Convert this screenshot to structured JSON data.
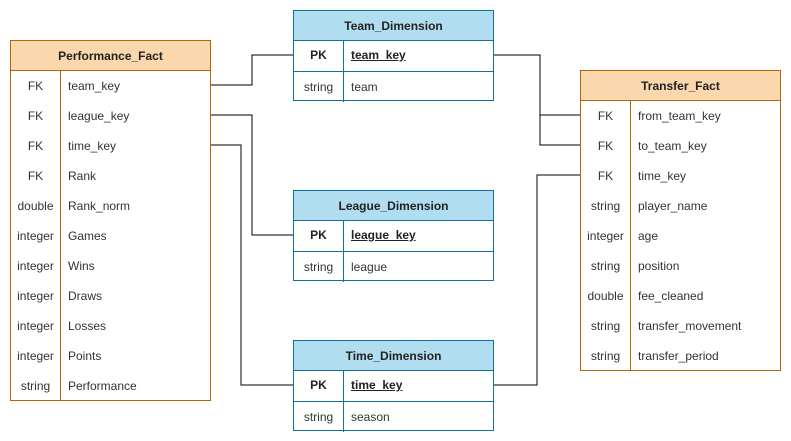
{
  "tables": {
    "performance_fact": {
      "title": "Performance_Fact",
      "rows": [
        {
          "key": "FK",
          "name": "team_key"
        },
        {
          "key": "FK",
          "name": "league_key"
        },
        {
          "key": "FK",
          "name": "time_key"
        },
        {
          "key": "FK",
          "name": "Rank"
        },
        {
          "key": "double",
          "name": "Rank_norm"
        },
        {
          "key": "integer",
          "name": "Games"
        },
        {
          "key": "integer",
          "name": "Wins"
        },
        {
          "key": "integer",
          "name": "Draws"
        },
        {
          "key": "integer",
          "name": "Losses"
        },
        {
          "key": "integer",
          "name": "Points"
        },
        {
          "key": "string",
          "name": "Performance"
        }
      ]
    },
    "team_dimension": {
      "title": "Team_Dimension",
      "rows": [
        {
          "key": "PK",
          "name": "team_key"
        },
        {
          "key": "string",
          "name": "team"
        }
      ]
    },
    "league_dimension": {
      "title": "League_Dimension",
      "rows": [
        {
          "key": "PK",
          "name": "league_key"
        },
        {
          "key": "string",
          "name": "league"
        }
      ]
    },
    "time_dimension": {
      "title": "Time_Dimension",
      "rows": [
        {
          "key": "PK",
          "name": "time_key"
        },
        {
          "key": "string",
          "name": "season"
        }
      ]
    },
    "transfer_fact": {
      "title": "Transfer_Fact",
      "rows": [
        {
          "key": "FK",
          "name": "from_team_key"
        },
        {
          "key": "FK",
          "name": "to_team_key"
        },
        {
          "key": "FK",
          "name": "time_key"
        },
        {
          "key": "string",
          "name": "player_name"
        },
        {
          "key": "integer",
          "name": "age"
        },
        {
          "key": "string",
          "name": "position"
        },
        {
          "key": "double",
          "name": "fee_cleaned"
        },
        {
          "key": "string",
          "name": "transfer_movement"
        },
        {
          "key": "string",
          "name": "transfer_period"
        }
      ]
    }
  },
  "relationships": [
    {
      "from": "Performance_Fact.team_key",
      "to": "Team_Dimension.team_key"
    },
    {
      "from": "Performance_Fact.league_key",
      "to": "League_Dimension.league_key"
    },
    {
      "from": "Performance_Fact.time_key",
      "to": "Time_Dimension.time_key"
    },
    {
      "from": "Transfer_Fact.from_team_key",
      "to": "Team_Dimension.team_key"
    },
    {
      "from": "Transfer_Fact.to_team_key",
      "to": "Team_Dimension.team_key"
    },
    {
      "from": "Transfer_Fact.time_key",
      "to": "Time_Dimension.time_key"
    }
  ],
  "colors": {
    "dimension_header": "#b1ddf0",
    "dimension_border": "#10739e",
    "fact_header": "#fad7ac",
    "fact_border": "#b46504",
    "connector": "#000000"
  }
}
